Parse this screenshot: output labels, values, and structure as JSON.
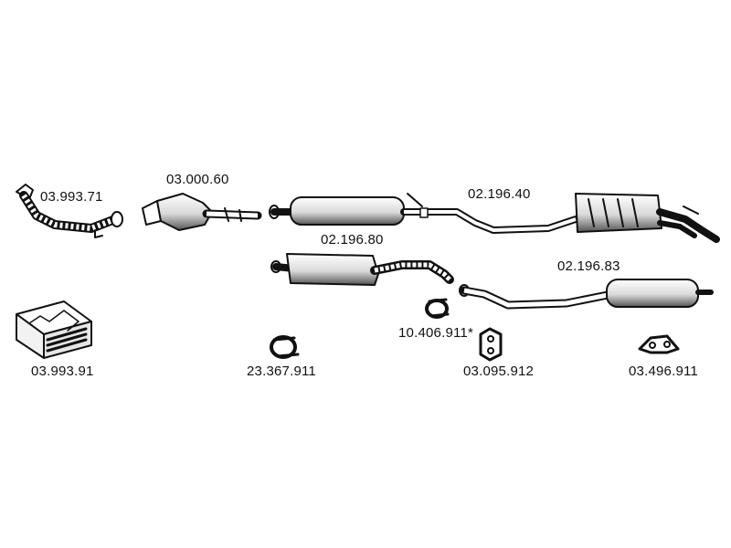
{
  "parts": {
    "front_pipe": "03.993.71",
    "catalytic_converter": "03.000.60",
    "rear_silencer_assembly": "02.196.40",
    "middle_silencer": "02.196.80",
    "rear_section": "02.196.83",
    "mounting_kit": "03.993.91",
    "clamp_large": "23.367.911",
    "clamp_small": "10.406.911*",
    "rubber_mount": "03.095.912",
    "rubber_mount_flat": "03.496.911"
  }
}
